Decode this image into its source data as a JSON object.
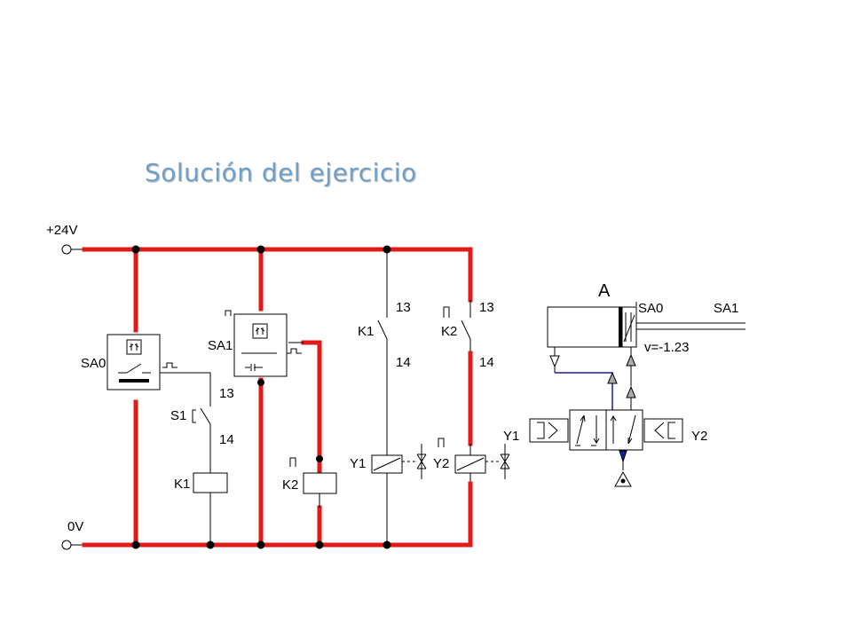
{
  "title": "Solución del ejercicio",
  "supply": {
    "positive": "+24V",
    "ground": "0V"
  },
  "sensors": {
    "sa0": "SA0",
    "sa1": "SA1"
  },
  "switch": {
    "name": "S1",
    "terminal_top": "13",
    "terminal_bottom": "14"
  },
  "relays": {
    "k1": "K1",
    "k2": "K2"
  },
  "contacts": [
    {
      "name": "K1",
      "terminal_top": "13",
      "terminal_bottom": "14"
    },
    {
      "name": "K2",
      "terminal_top": "13",
      "terminal_bottom": "14"
    }
  ],
  "solenoids": {
    "y1": "Y1",
    "y2": "Y2"
  },
  "pneumatic": {
    "cylinder": "A",
    "sensor_left": "SA0",
    "sensor_right": "SA1",
    "velocity": "v=-1.23",
    "valve_left": "Y1",
    "valve_right": "Y2"
  },
  "colors": {
    "power_line": "#e21a1a",
    "title": "#6fa0c8",
    "air_line": "#1a1aa0"
  }
}
